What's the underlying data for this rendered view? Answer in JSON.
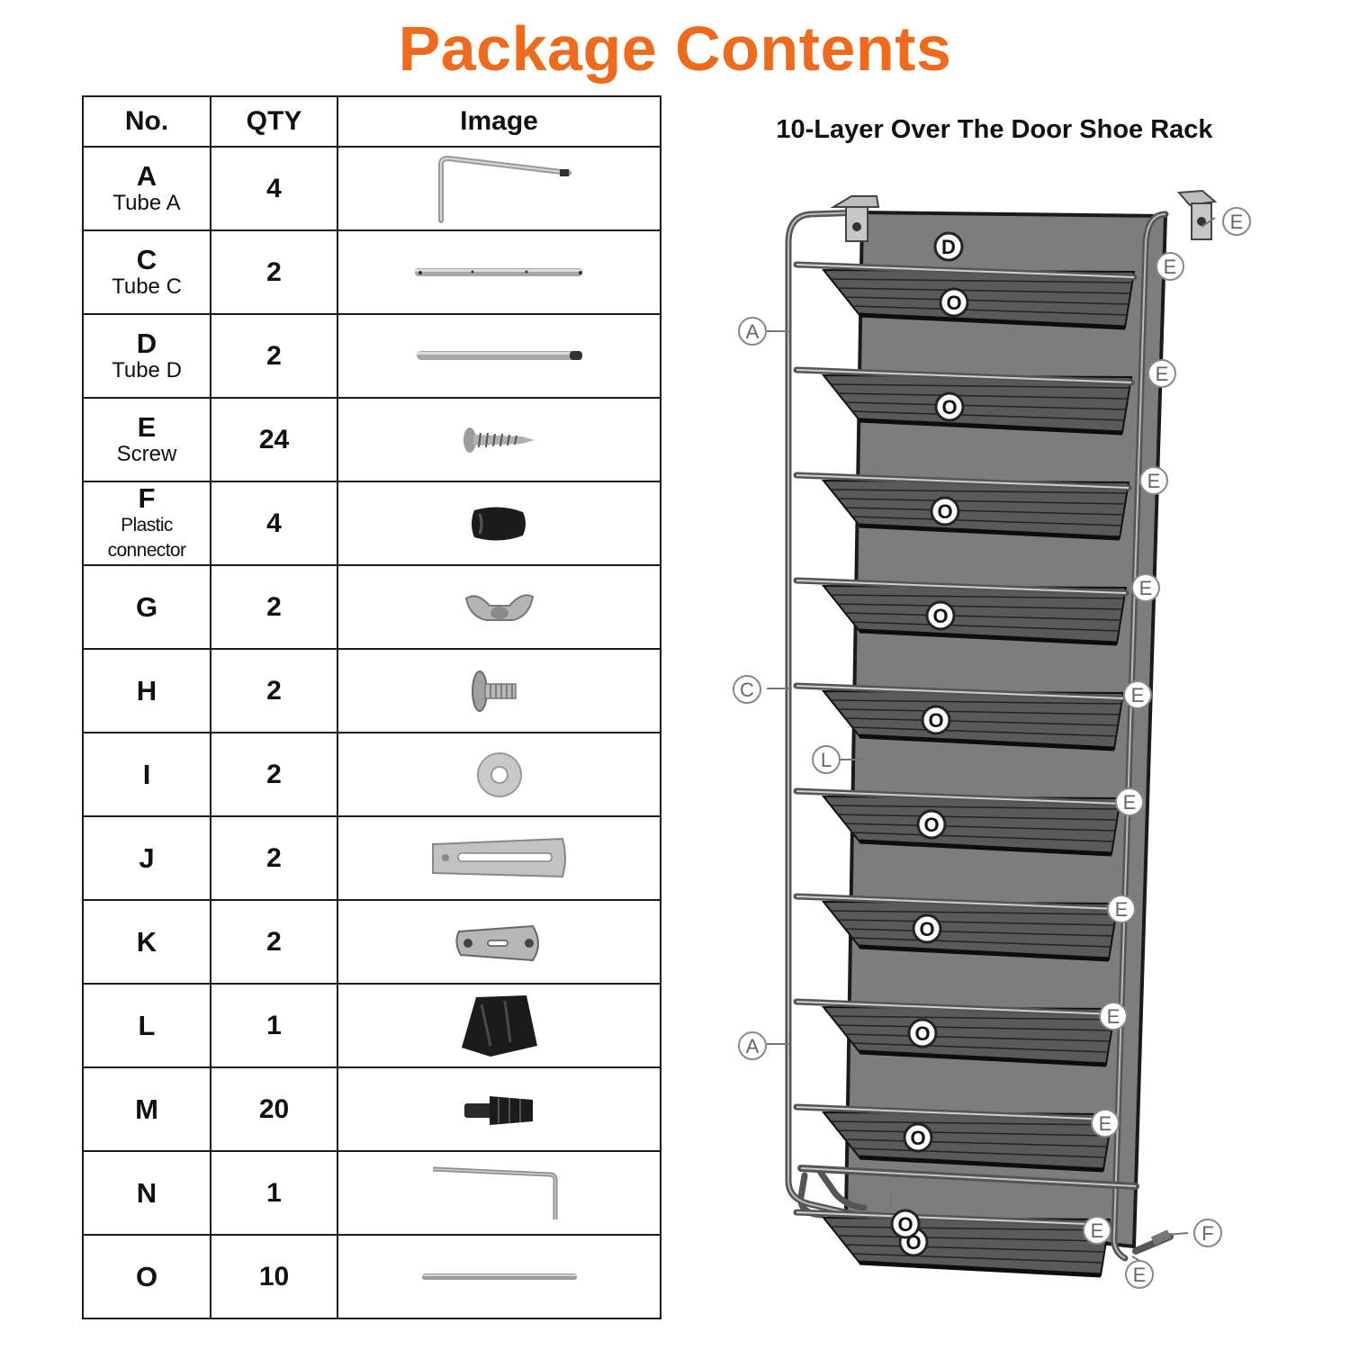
{
  "title": "Package Contents",
  "table": {
    "headers": {
      "no": "No.",
      "qty": "QTY",
      "image": "Image"
    },
    "rows": [
      {
        "letter": "A",
        "name": "Tube A",
        "qty": "4",
        "icon": "bent-tube-icon"
      },
      {
        "letter": "C",
        "name": "Tube C",
        "qty": "2",
        "icon": "straight-tube-icon"
      },
      {
        "letter": "D",
        "name": "Tube D",
        "qty": "2",
        "icon": "tube-with-cap-icon"
      },
      {
        "letter": "E",
        "name": "Screw",
        "qty": "24",
        "icon": "screw-icon"
      },
      {
        "letter": "F",
        "name": "Plastic connector",
        "qty": "4",
        "icon": "plastic-connector-icon"
      },
      {
        "letter": "G",
        "name": "",
        "qty": "2",
        "icon": "wing-nut-icon"
      },
      {
        "letter": "H",
        "name": "",
        "qty": "2",
        "icon": "carriage-bolt-icon"
      },
      {
        "letter": "I",
        "name": "",
        "qty": "2",
        "icon": "washer-icon"
      },
      {
        "letter": "J",
        "name": "",
        "qty": "2",
        "icon": "slotted-plate-icon"
      },
      {
        "letter": "K",
        "name": "",
        "qty": "2",
        "icon": "bracket-plate-icon"
      },
      {
        "letter": "L",
        "name": "",
        "qty": "1",
        "icon": "fabric-cover-icon"
      },
      {
        "letter": "M",
        "name": "",
        "qty": "20",
        "icon": "plug-connector-icon"
      },
      {
        "letter": "N",
        "name": "",
        "qty": "1",
        "icon": "hex-key-icon"
      },
      {
        "letter": "O",
        "name": "",
        "qty": "10",
        "icon": "rod-icon"
      }
    ]
  },
  "rack": {
    "title": "10-Layer Over The Door Shoe Rack",
    "labels": {
      "tube_a": "A",
      "tube_c": "C",
      "tube_d": "D",
      "screw": "E",
      "connector": "F",
      "cover": "L",
      "rod": "O"
    },
    "layers": 10
  }
}
